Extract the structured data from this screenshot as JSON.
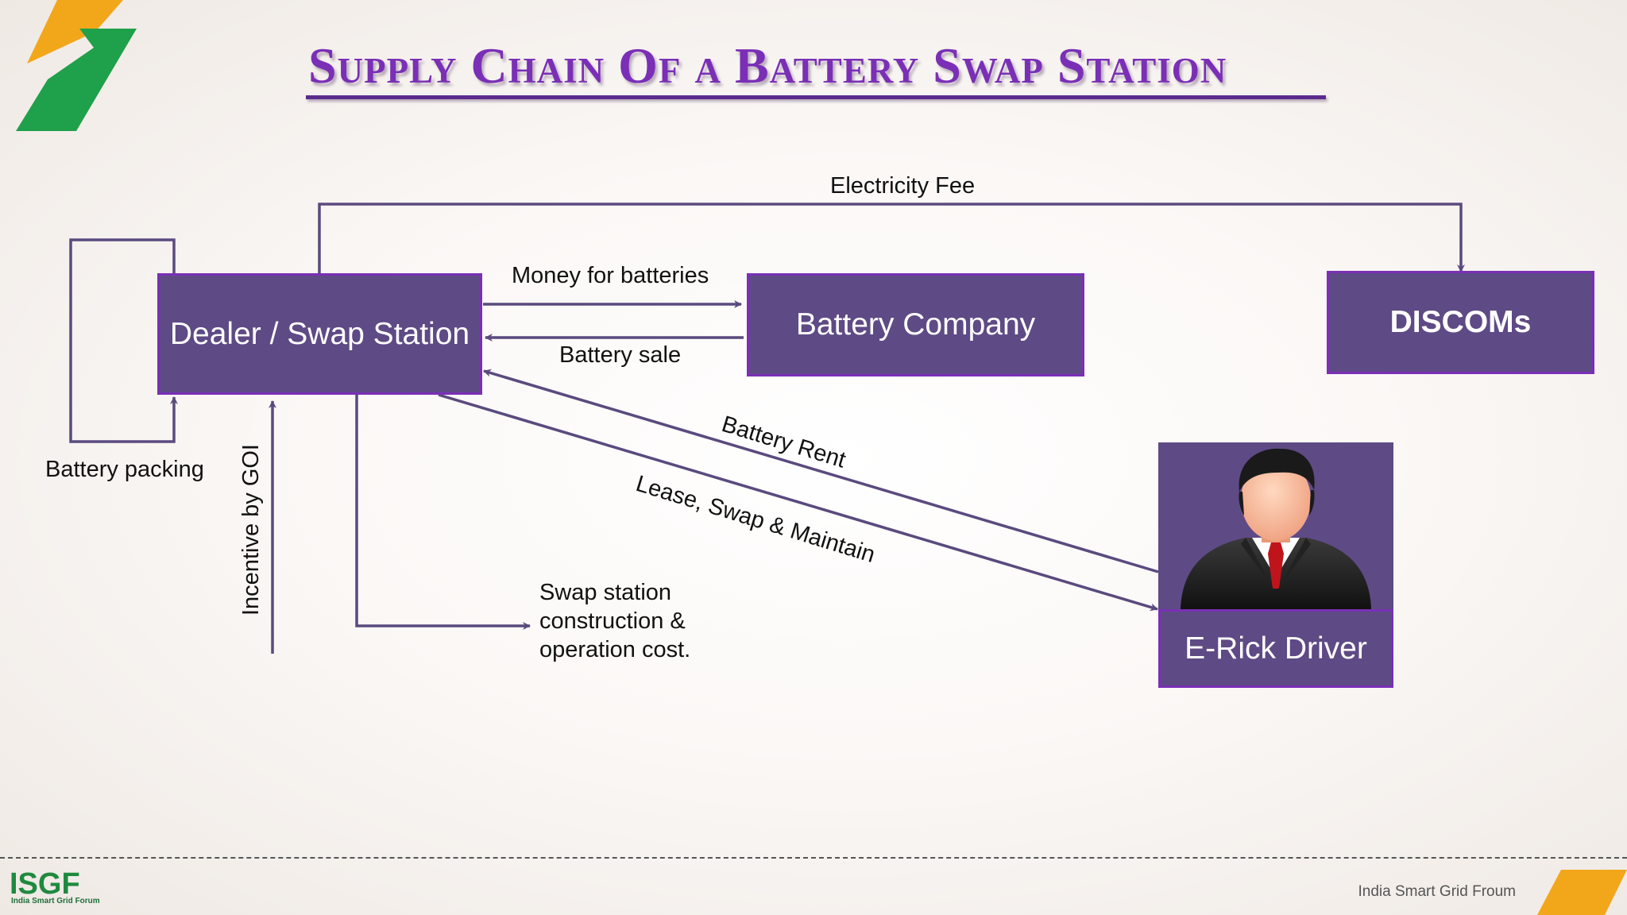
{
  "title": "Supply Chain Of a Battery Swap Station",
  "nodes": {
    "dealer": "Dealer / Swap Station",
    "battery_company": "Battery Company",
    "discoms": "DISCOMs",
    "driver": "E-Rick Driver"
  },
  "edges": {
    "electricity_fee": "Electricity Fee",
    "money_for_batteries": "Money for batteries",
    "battery_sale": "Battery sale",
    "battery_packing": "Battery packing",
    "incentive": "Incentive by GOI",
    "battery_rent": "Battery Rent",
    "lease": "Lease, Swap & Maintain",
    "swap_cost": "Swap station\nconstruction &\noperation cost."
  },
  "footer": {
    "org_name": "India Smart Grid Froum",
    "logo_text": "ISGF",
    "logo_subtext": "India Smart Grid Forum"
  },
  "colors": {
    "box_fill": "#5e4a85",
    "box_border": "#7a2fb6",
    "arrow": "#5a4a7e",
    "title": "#7a2fb6",
    "logo_orange": "#f2a71b",
    "logo_green": "#1fa04a"
  }
}
